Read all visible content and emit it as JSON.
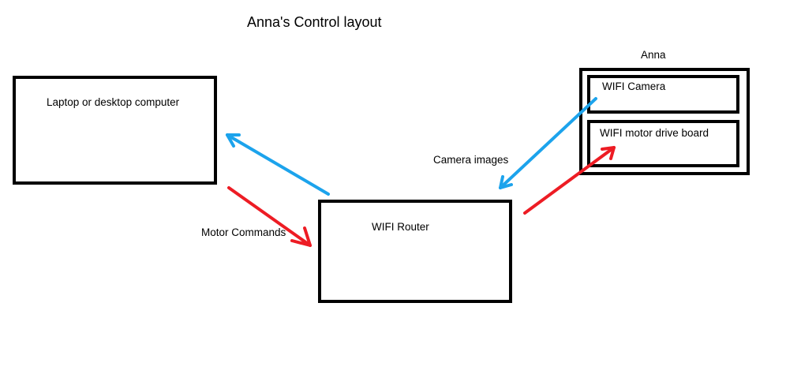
{
  "title": "Anna's Control layout",
  "nodes": {
    "computer": "Laptop or desktop computer",
    "router": "WIFI Router",
    "robot": "Anna",
    "camera": "WIFI Camera",
    "motor_board": "WIFI motor drive board"
  },
  "edge_labels": {
    "camera_images": "Camera images",
    "motor_commands": "Motor Commands"
  },
  "colors": {
    "camera_flow": "#1ca3ec",
    "motor_flow": "#ed1c24",
    "box_border": "#000000"
  }
}
